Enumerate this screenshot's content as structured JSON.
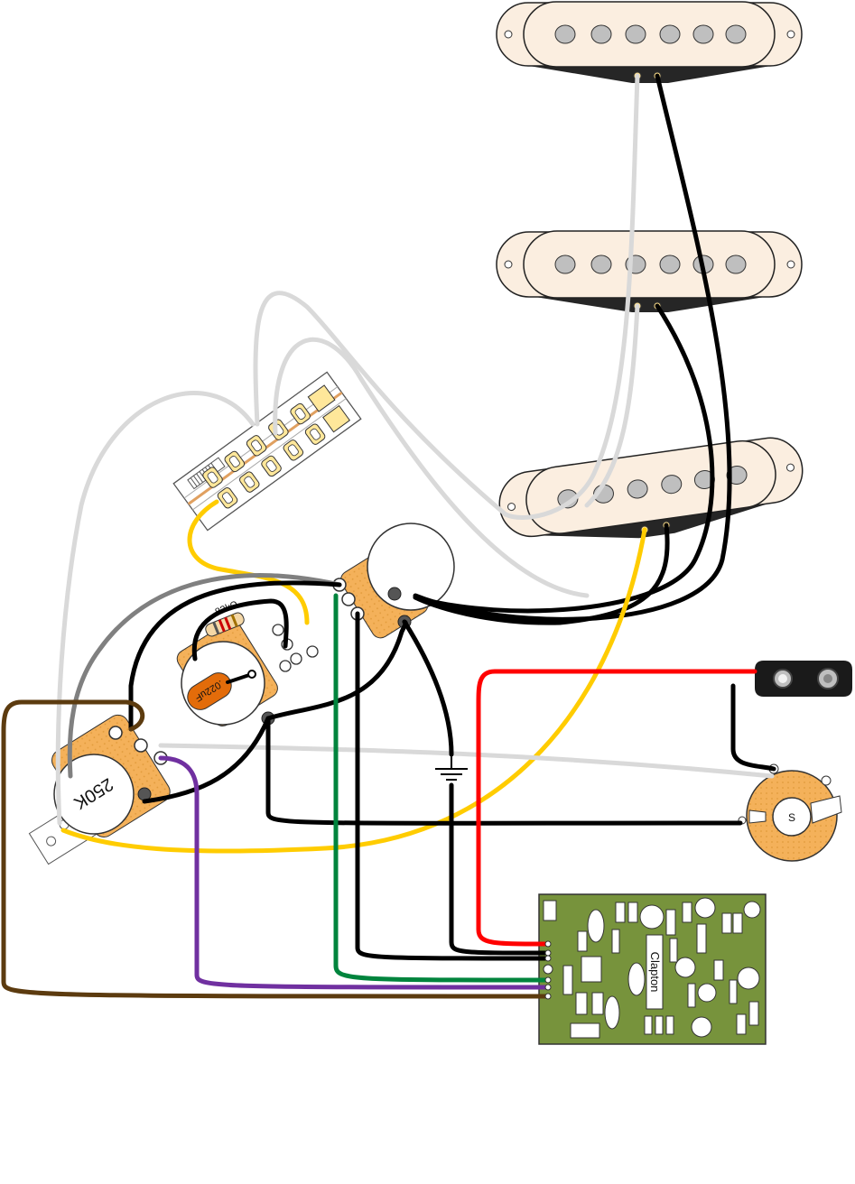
{
  "labels": {
    "board": "Clapton",
    "pot_value": "250K",
    "resistor": "82kΩ",
    "capacitor": ".022uF",
    "jack": "S"
  },
  "colors": {
    "wire_white": "#d9d9d9",
    "wire_black": "#000000",
    "wire_yellow": "#ffcc00",
    "wire_red": "#ff0000",
    "wire_green": "#00843d",
    "wire_purple": "#7030a0",
    "wire_brown": "#5c3b0f",
    "wire_gray": "#808080",
    "pcb": "#77933c",
    "pot_orange": "#f4b15a",
    "pickup": "#fbeee0"
  }
}
